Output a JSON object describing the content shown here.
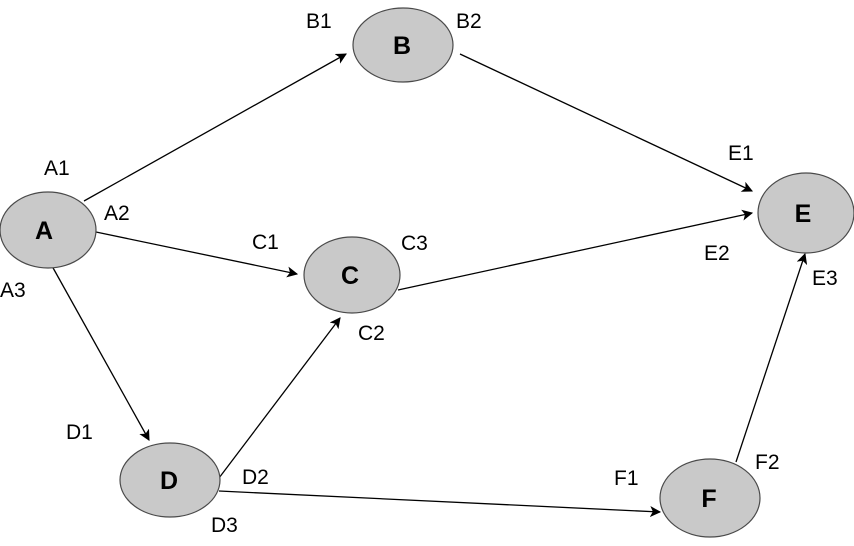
{
  "nodes": {
    "A": {
      "label": "A",
      "ports": [
        "A1",
        "A2",
        "A3"
      ]
    },
    "B": {
      "label": "B",
      "ports": [
        "B1",
        "B2"
      ]
    },
    "C": {
      "label": "C",
      "ports": [
        "C1",
        "C2",
        "C3"
      ]
    },
    "D": {
      "label": "D",
      "ports": [
        "D1",
        "D2",
        "D3"
      ]
    },
    "E": {
      "label": "E",
      "ports": [
        "E1",
        "E2",
        "E3"
      ]
    },
    "F": {
      "label": "F",
      "ports": [
        "F1",
        "F2"
      ]
    }
  },
  "edges": [
    {
      "from": "A",
      "to": "B"
    },
    {
      "from": "A",
      "to": "C"
    },
    {
      "from": "A",
      "to": "D"
    },
    {
      "from": "B",
      "to": "E"
    },
    {
      "from": "C",
      "to": "E"
    },
    {
      "from": "D",
      "to": "C"
    },
    {
      "from": "D",
      "to": "F"
    },
    {
      "from": "F",
      "to": "E"
    }
  ],
  "colors": {
    "node_fill": "#c9c9c9",
    "node_stroke": "#4a4a4a",
    "edge": "#000000"
  }
}
